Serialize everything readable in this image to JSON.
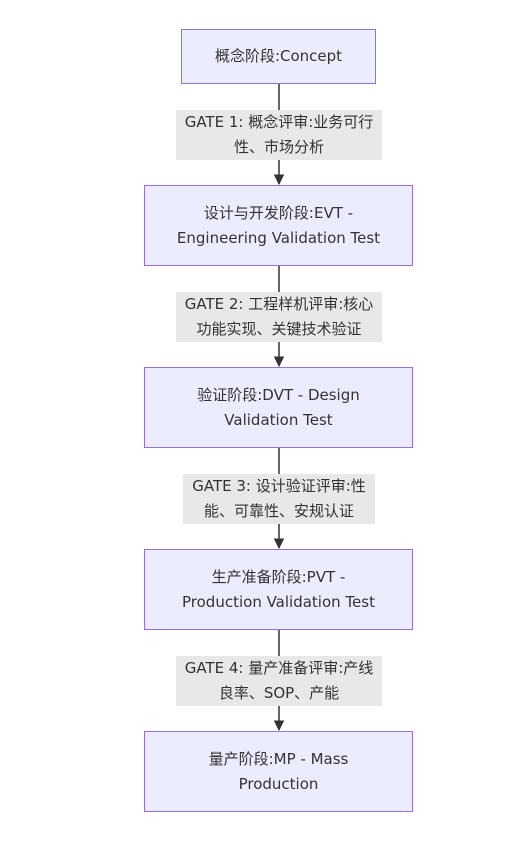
{
  "nodes": [
    {
      "id": "concept",
      "text": "概念阶段:Concept"
    },
    {
      "id": "evt",
      "text": "设计与开发阶段:EVT -\nEngineering Validation Test"
    },
    {
      "id": "dvt",
      "text": "验证阶段:DVT - Design\nValidation Test"
    },
    {
      "id": "pvt",
      "text": "生产准备阶段:PVT -\nProduction Validation Test"
    },
    {
      "id": "mp",
      "text": "量产阶段:MP - Mass\nProduction"
    }
  ],
  "gates": [
    {
      "id": "gate1",
      "text": "GATE 1: 概念评审:业务可行\n性、市场分析"
    },
    {
      "id": "gate2",
      "text": "GATE 2: 工程样机评审:核心\n功能实现、关键技术验证"
    },
    {
      "id": "gate3",
      "text": "GATE 3: 设计验证评审:性\n能、可靠性、安规认证"
    },
    {
      "id": "gate4",
      "text": "GATE 4: 量产准备评审:产线\n良率、SOP、产能"
    }
  ],
  "colors": {
    "node_fill": "#ececff",
    "node_border": "#9370db",
    "label_fill": "#e8e8e8",
    "edge": "#333333"
  }
}
